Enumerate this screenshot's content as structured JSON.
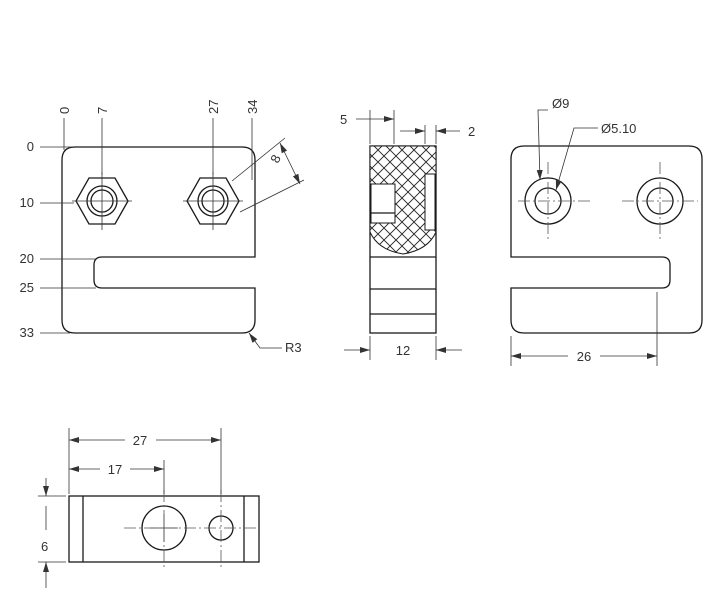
{
  "ordinate_x": [
    "0",
    "7",
    "27",
    "34"
  ],
  "ordinate_y": [
    "0",
    "10",
    "20",
    "25",
    "33"
  ],
  "front": {
    "hex_flats": "8",
    "radius": "R3"
  },
  "section": {
    "dim_top": "5",
    "dim_small": "2",
    "width": "12"
  },
  "side": {
    "dia_large": "Ø9",
    "dia_small": "Ø5.10",
    "span": "26"
  },
  "top_view": {
    "overall": "27",
    "partial": "17",
    "height": "6"
  }
}
